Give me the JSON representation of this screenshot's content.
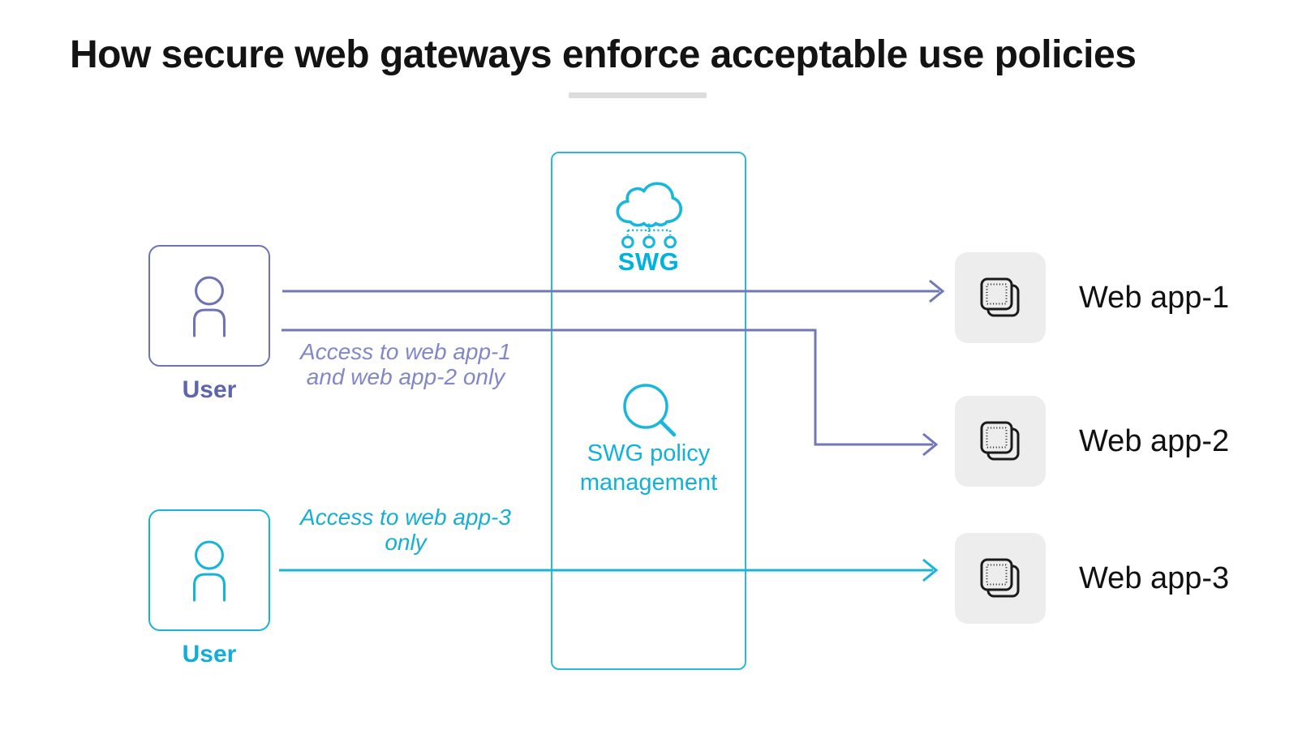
{
  "title": "How secure web gateways enforce acceptable use policies",
  "swg": {
    "label": "SWG",
    "policy_label": "SWG policy\nmanagement",
    "cloud_icon": "cloud-network-icon",
    "search_icon": "magnifier-icon"
  },
  "users": [
    {
      "label": "User",
      "accent": "#6d73b4",
      "annotation": "Access to web app-1\nand web app-2 only"
    },
    {
      "label": "User",
      "accent": "#17b3d9",
      "annotation": "Access to web app-3\nonly"
    }
  ],
  "web_apps": [
    {
      "label": "Web app-1"
    },
    {
      "label": "Web app-2"
    },
    {
      "label": "Web app-3"
    }
  ],
  "arrows": [
    {
      "name": "user1-to-webapp1",
      "color": "#7177b7",
      "path": "straight"
    },
    {
      "name": "user1-to-webapp2",
      "color": "#7177b7",
      "path": "elbow-down"
    },
    {
      "name": "user2-to-webapp3",
      "color": "#1ab4da",
      "path": "straight"
    }
  ],
  "colors": {
    "purple_line": "#7177b7",
    "purple_text": "#5e65aa",
    "purple_annotation": "#8287c8",
    "cyan_line": "#1ab4da",
    "cyan_text": "#00b2dc",
    "app_box_bg": "#ededed",
    "icon_ink": "#1a1a1a",
    "title_ink": "#131313",
    "divider": "#dcdcdc"
  }
}
